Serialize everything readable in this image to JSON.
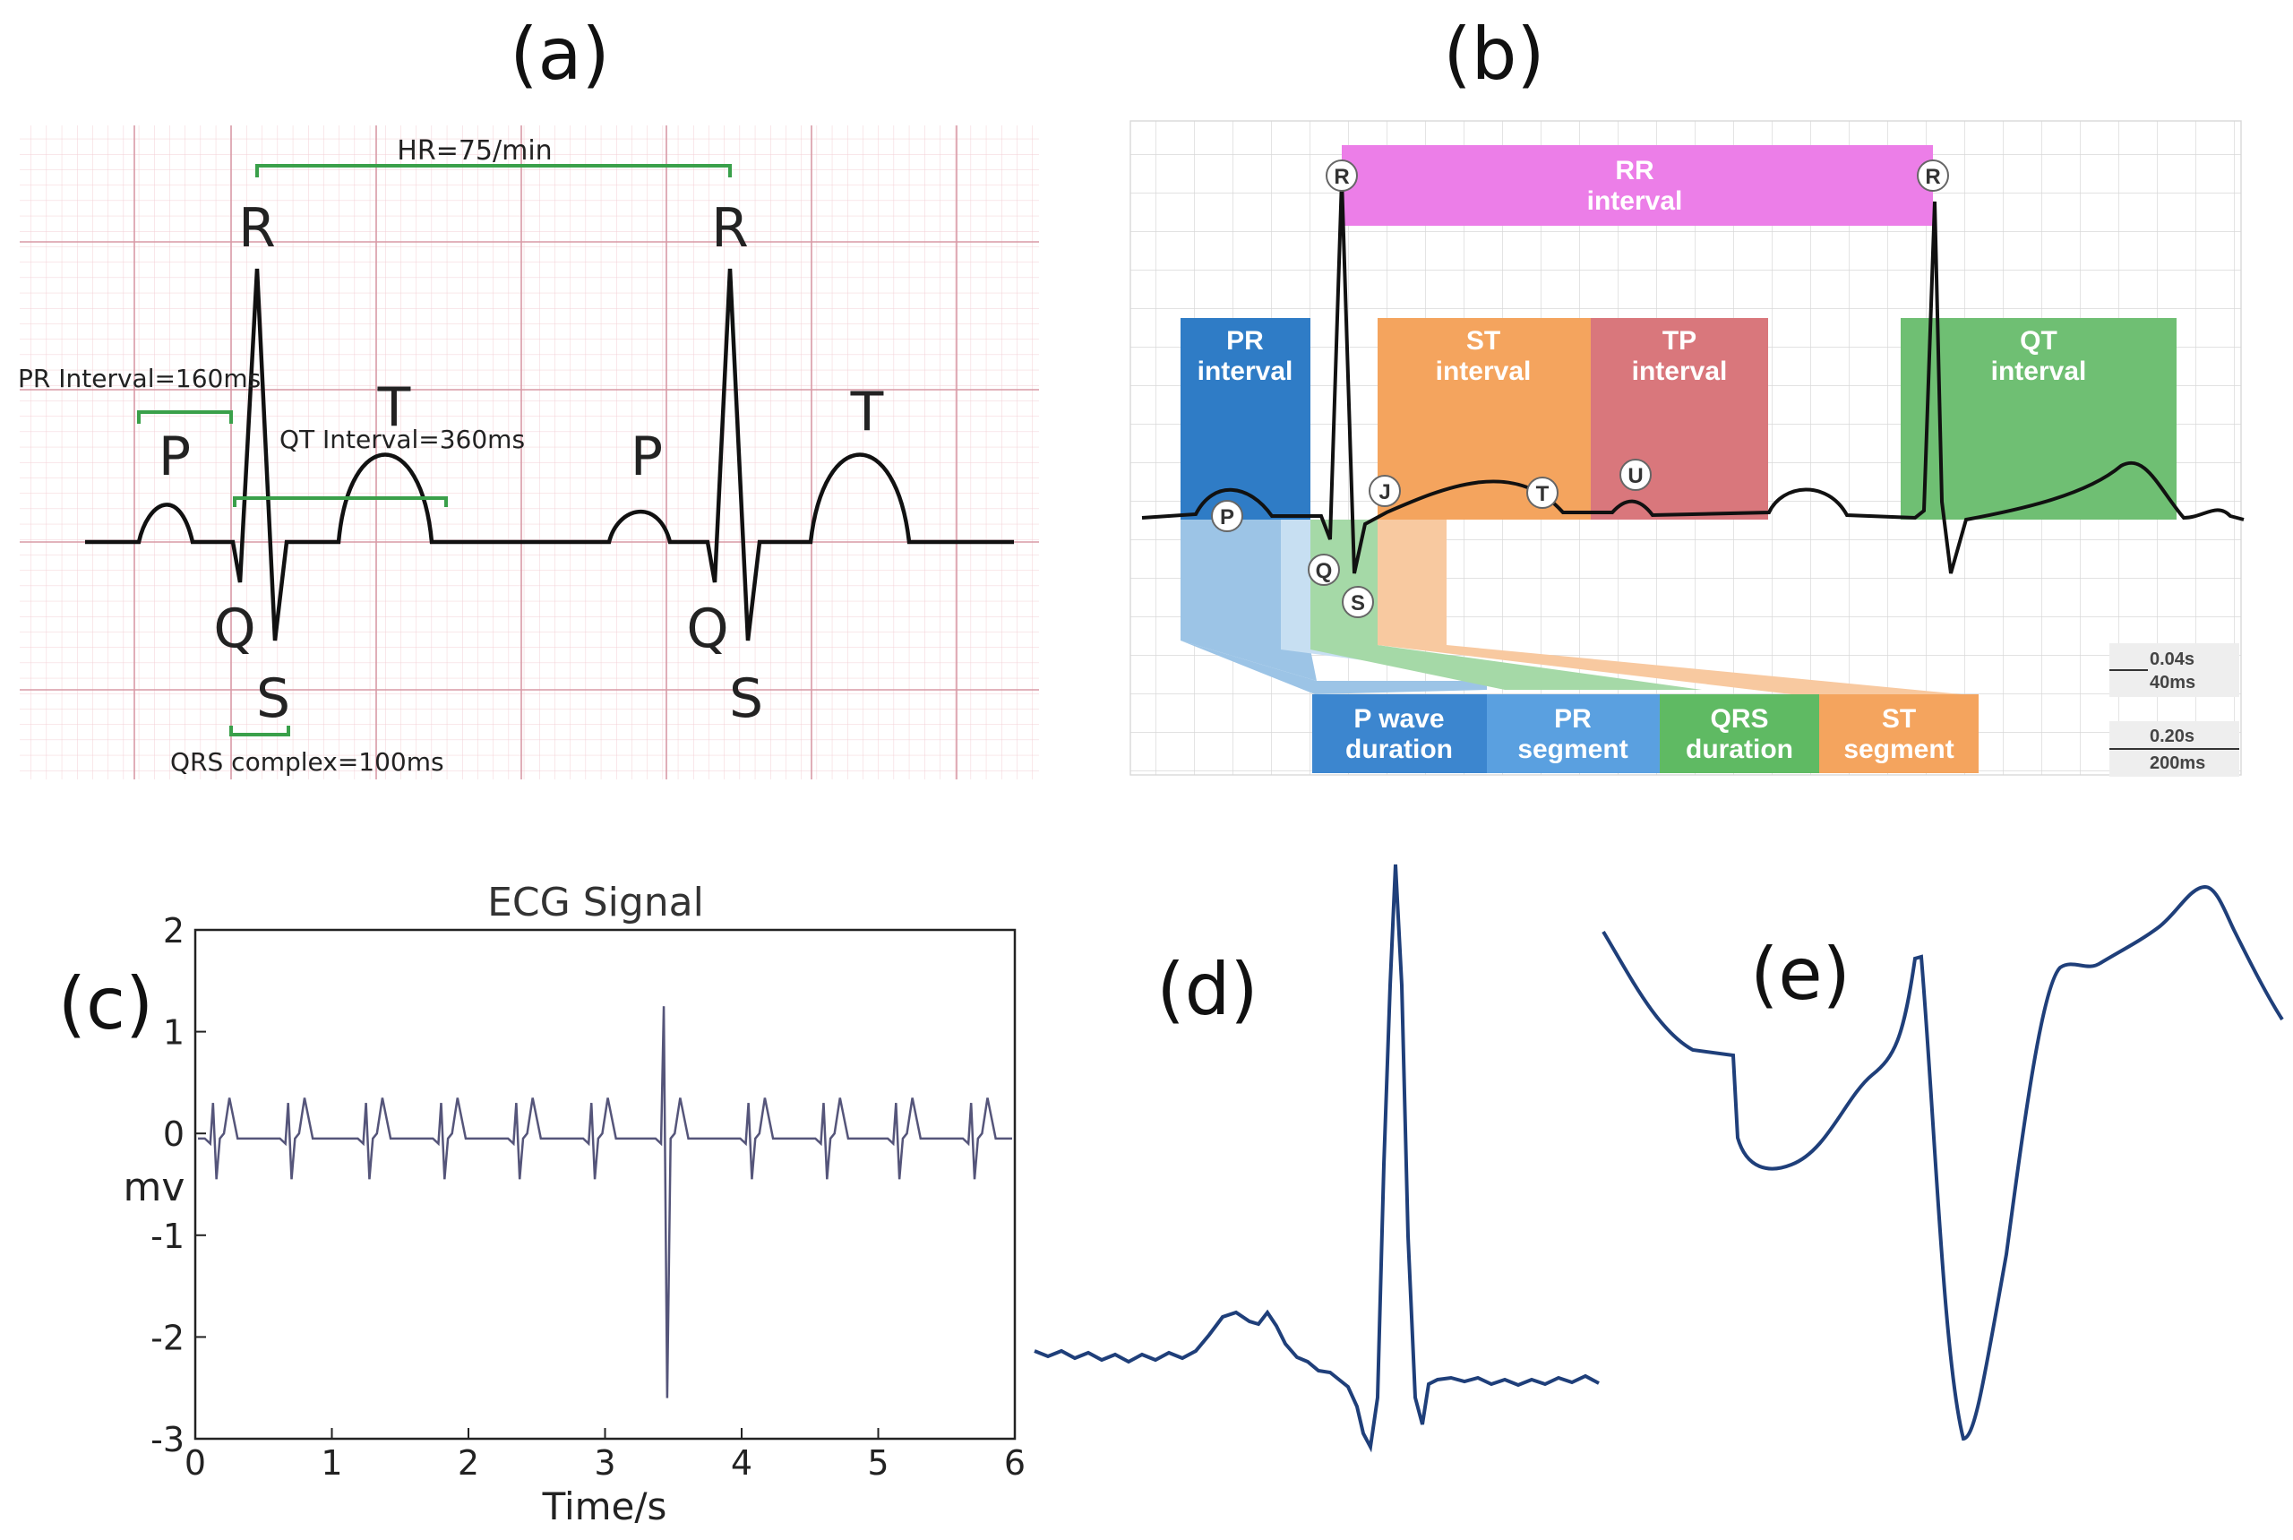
{
  "panels": {
    "a": {
      "letter": "(a)",
      "hr": "HR=75/min",
      "pr": "PR Interval=160ms",
      "qt": "QT Interval=360ms",
      "qrs": "QRS complex=100ms",
      "waves": {
        "p1": "P",
        "t1": "T",
        "p2": "P",
        "t2": "T",
        "r1": "R",
        "r2": "R",
        "q1": "Q",
        "q2": "Q",
        "s1": "S",
        "s2": "S"
      }
    },
    "b": {
      "letter": "(b)",
      "rr": [
        "RR",
        "interval"
      ],
      "pr": [
        "PR",
        "interval"
      ],
      "st": [
        "ST",
        "interval"
      ],
      "tp": [
        "TP",
        "interval"
      ],
      "qt": [
        "QT",
        "interval"
      ],
      "pwave": [
        "P wave",
        "duration"
      ],
      "prseg": [
        "PR",
        "segment"
      ],
      "qrsdur": [
        "QRS",
        "duration"
      ],
      "stseg": [
        "ST",
        "segment"
      ],
      "waves": {
        "r1": "R",
        "r2": "R",
        "p": "P",
        "q": "Q",
        "s": "S",
        "j": "J",
        "t": "T",
        "u": "U"
      },
      "scale": {
        "small_top": "0.04s",
        "small_bottom": "40ms",
        "big_top": "0.20s",
        "big_bottom": "200ms"
      },
      "colors": {
        "pr": "#2f7cc6",
        "st": "#f4a45e",
        "tp": "#d9777c",
        "qt": "#6fbf73",
        "rr": "#ec7ee8"
      }
    },
    "c": {
      "letter": "(c)"
    },
    "d": {
      "letter": "(d)"
    },
    "e": {
      "letter": "(e)"
    }
  },
  "chart_data": {
    "type": "line",
    "title": "ECG Signal",
    "xlabel": "Time/s",
    "ylabel": "mv",
    "xlim": [
      0,
      6
    ],
    "ylim": [
      -3,
      2
    ],
    "xticks": [
      "0",
      "1",
      "2",
      "3",
      "4",
      "5",
      "6"
    ],
    "yticks": [
      "2",
      "1",
      "0",
      "-1",
      "-2",
      "-3"
    ],
    "line_color": "#55557a",
    "beats": [
      {
        "t": 0.13,
        "r": 0.3,
        "s": -0.45
      },
      {
        "t": 0.68,
        "r": 0.3,
        "s": -0.45
      },
      {
        "t": 1.25,
        "r": 0.3,
        "s": -0.45
      },
      {
        "t": 1.8,
        "r": 0.3,
        "s": -0.45
      },
      {
        "t": 2.35,
        "r": 0.3,
        "s": -0.45
      },
      {
        "t": 2.9,
        "r": 0.3,
        "s": -0.45
      },
      {
        "t": 3.43,
        "r": 1.25,
        "s": -2.6
      },
      {
        "t": 4.05,
        "r": 0.3,
        "s": -0.45
      },
      {
        "t": 4.6,
        "r": 0.3,
        "s": -0.45
      },
      {
        "t": 5.13,
        "r": 0.3,
        "s": -0.45
      },
      {
        "t": 5.68,
        "r": 0.3,
        "s": -0.45
      }
    ]
  }
}
